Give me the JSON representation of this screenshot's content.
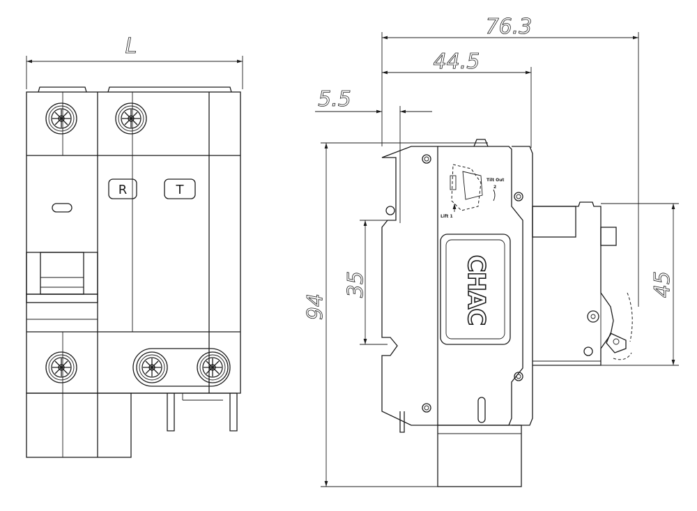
{
  "front_view": {
    "width_label": "L",
    "terminal_labels": [
      "R",
      "T"
    ]
  },
  "side_view": {
    "dimensions": {
      "overall_depth": "76.3",
      "front_depth": "44.5",
      "offset": "5.5",
      "height": "94",
      "rail": "35",
      "face_height": "45"
    },
    "brand_mark": "CHAC",
    "instruction_lines": [
      "Tilt Out",
      "2",
      "Lift 1"
    ]
  }
}
